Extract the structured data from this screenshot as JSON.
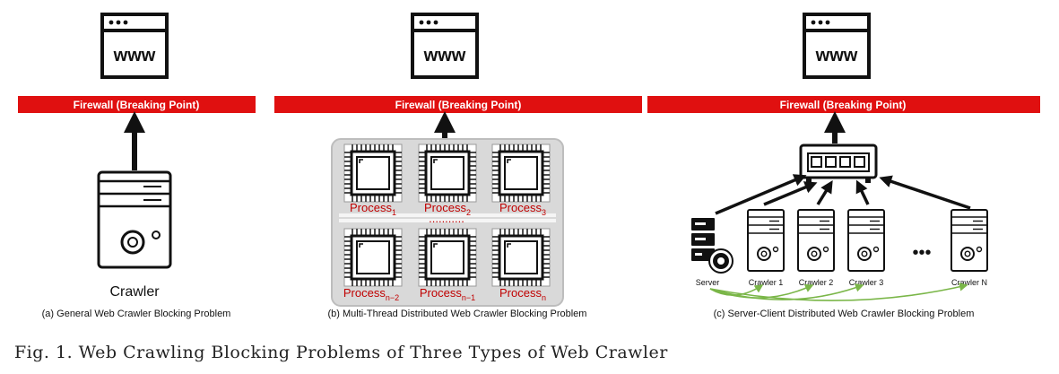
{
  "panels": [
    {
      "website_label": "www",
      "firewall_label": "Firewall (Breaking Point)",
      "crawler_label": "Crawler",
      "caption": "(a) General Web Crawler Blocking Problem"
    },
    {
      "website_label": "www",
      "firewall_label": "Firewall (Breaking Point)",
      "processes_top": [
        {
          "base": "Process",
          "sub": "1"
        },
        {
          "base": "Process",
          "sub": "2"
        },
        {
          "base": "Process",
          "sub": "3"
        }
      ],
      "ellipsis": "...........",
      "processes_bottom": [
        {
          "base": "Process",
          "sub": "n−2"
        },
        {
          "base": "Process",
          "sub": "n−1"
        },
        {
          "base": "Process",
          "sub": "n"
        }
      ],
      "caption": "(b) Multi-Thread Distributed Web Crawler Blocking Problem"
    },
    {
      "website_label": "www",
      "firewall_label": "Firewall (Breaking Point)",
      "server_label": "Server",
      "crawlers": [
        "Crawler 1",
        "Crawler 2",
        "Crawler 3",
        "Crawler N"
      ],
      "dots": "•••",
      "caption": "(c) Server-Client Distributed Web Crawler Blocking Problem"
    }
  ],
  "figure_caption": "Fig. 1. Web Crawling Blocking Problems of Three Types of Web Crawler",
  "colors": {
    "firewall": "#e01010",
    "process_text": "#c00000",
    "server_arrows": "#7ab648",
    "outline": "#111111"
  }
}
